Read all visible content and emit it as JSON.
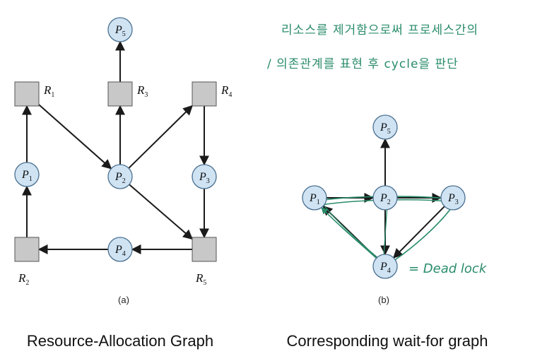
{
  "left_graph": {
    "caption": "Resource-Allocation Graph",
    "sublabel": "(a)",
    "processes": [
      {
        "id": "P5",
        "letter": "P",
        "num": "5"
      },
      {
        "id": "P1",
        "letter": "P",
        "num": "1"
      },
      {
        "id": "P2",
        "letter": "P",
        "num": "2"
      },
      {
        "id": "P3",
        "letter": "P",
        "num": "3"
      },
      {
        "id": "P4",
        "letter": "P",
        "num": "4"
      }
    ],
    "resources": [
      {
        "id": "R1",
        "letter": "R",
        "num": "1"
      },
      {
        "id": "R3",
        "letter": "R",
        "num": "3"
      },
      {
        "id": "R4",
        "letter": "R",
        "num": "4"
      },
      {
        "id": "R2",
        "letter": "R",
        "num": "2"
      },
      {
        "id": "R5",
        "letter": "R",
        "num": "5"
      }
    ],
    "edges": [
      [
        "R3",
        "P5"
      ],
      [
        "P1",
        "R1"
      ],
      [
        "R1",
        "P2"
      ],
      [
        "P2",
        "R3"
      ],
      [
        "P2",
        "R4"
      ],
      [
        "R4",
        "P3"
      ],
      [
        "P3",
        "R5"
      ],
      [
        "P2",
        "R5"
      ],
      [
        "R5",
        "P4"
      ],
      [
        "P4",
        "R2"
      ],
      [
        "R2",
        "P1"
      ]
    ]
  },
  "right_graph": {
    "caption": "Corresponding wait-for graph",
    "sublabel": "(b)",
    "processes": [
      {
        "id": "P5",
        "letter": "P",
        "num": "5"
      },
      {
        "id": "P1",
        "letter": "P",
        "num": "1"
      },
      {
        "id": "P2",
        "letter": "P",
        "num": "2"
      },
      {
        "id": "P3",
        "letter": "P",
        "num": "3"
      },
      {
        "id": "P4",
        "letter": "P",
        "num": "4"
      }
    ],
    "edges": [
      [
        "P2",
        "P5"
      ],
      [
        "P1",
        "P2"
      ],
      [
        "P2",
        "P3"
      ],
      [
        "P2",
        "P4"
      ],
      [
        "P3",
        "P4"
      ],
      [
        "P4",
        "P1"
      ]
    ]
  },
  "annotations": {
    "line1": "리소스를  제거함으로써  프로세스간의",
    "line2": "/ 의존관계를  표현 후  cycle을 판단",
    "deadlock": "= Dead lock",
    "ink_color": "#2a8c6a"
  },
  "colors": {
    "process_fill": "#cfe3f3",
    "process_stroke": "#4a6f8f",
    "resource_fill": "#c8c8c8",
    "edge": "#1a1a1a"
  }
}
